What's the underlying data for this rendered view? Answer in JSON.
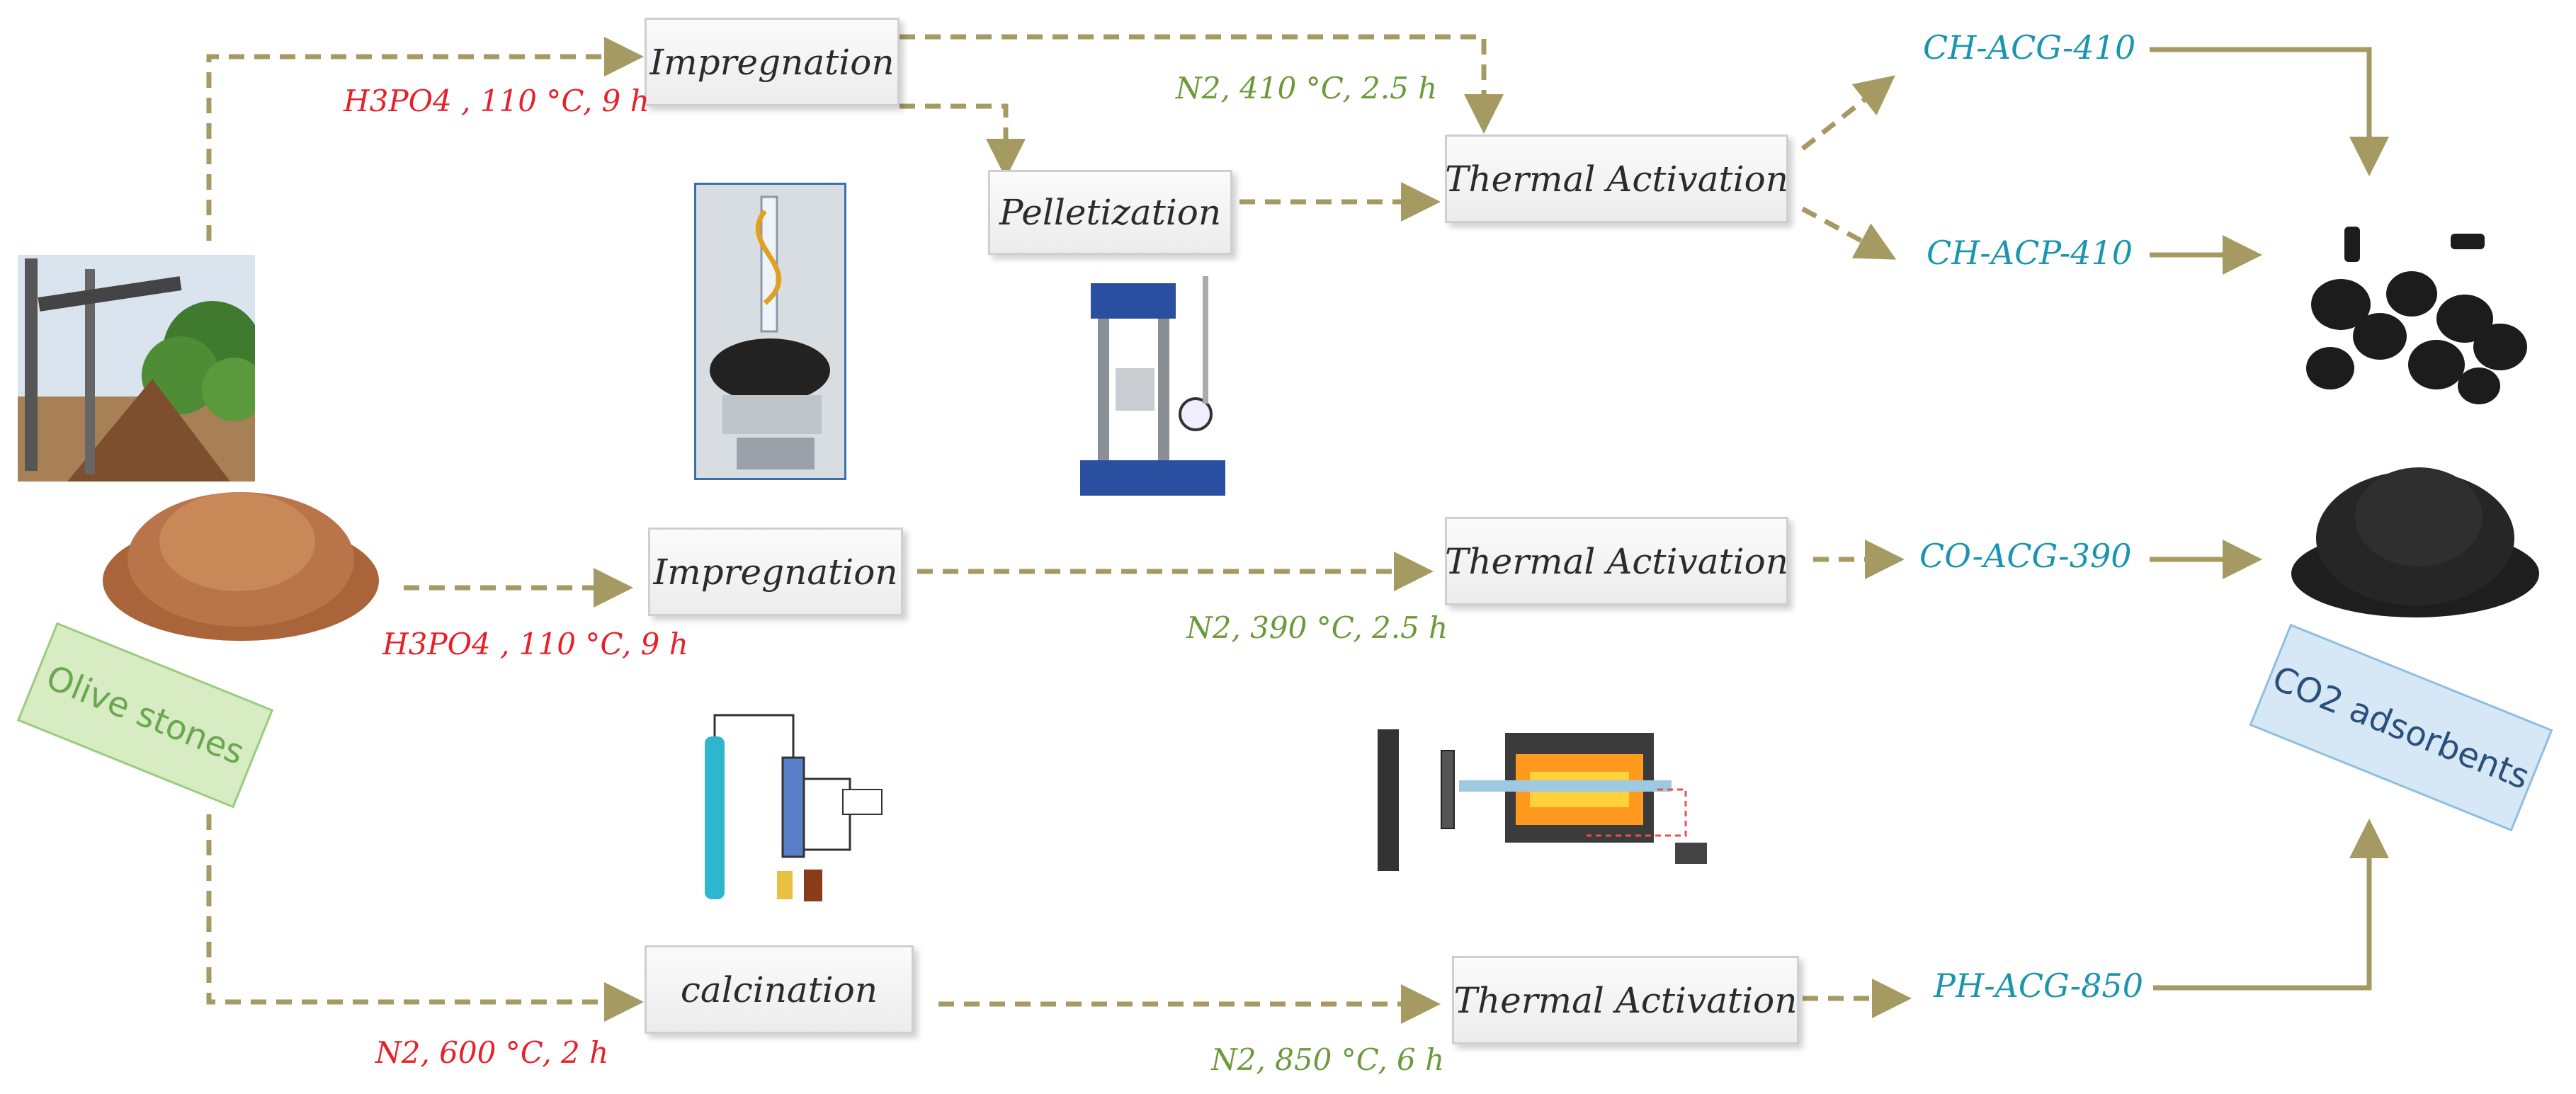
{
  "nodes": {
    "impregnation_top": "Impregnation",
    "pelletization": "Pelletization",
    "thermal_activation_top": "Thermal Activation",
    "impregnation_mid": "Impregnation",
    "thermal_activation_mid": "Thermal Activation",
    "calcination": "calcination",
    "thermal_activation_bottom": "Thermal Activation"
  },
  "conditions": {
    "top_impregnation": "H3PO4 , 110 °C, 9  h",
    "top_activation": "N2, 410 °C, 2.5 h",
    "mid_impregnation": "H3PO4 , 110 °C, 9  h",
    "mid_activation": "N2, 390 °C, 2.5 h",
    "bottom_calcination": "N2, 600 °C, 2 h",
    "bottom_activation": "N2, 850 °C, 6 h"
  },
  "products": {
    "ch_acg": "CH-ACG-410",
    "ch_acp": "CH-ACP-410",
    "co_acg": "CO-ACG-390",
    "ph_acg": "PH-ACG-850"
  },
  "source_label": "Olive stones",
  "target_label": "CO2 adsorbents",
  "colors": {
    "arrow": "#a59a62",
    "condition_red": "#e8202a",
    "condition_green": "#6b9a3a",
    "product_blue": "#1a95b0",
    "source_tag_fill": "#d7ecc3",
    "target_tag_fill": "#d6e8f6"
  },
  "images": [
    "olive-tree-conveyor-photo",
    "olive-stones-pile-photo",
    "reflux-impregnation-setup-photo",
    "hydraulic-pellet-press-photo",
    "calcination-gas-cylinder-schematic",
    "tube-furnace-schematic",
    "activated-carbon-pellets-photo",
    "activated-carbon-granules-photo"
  ]
}
